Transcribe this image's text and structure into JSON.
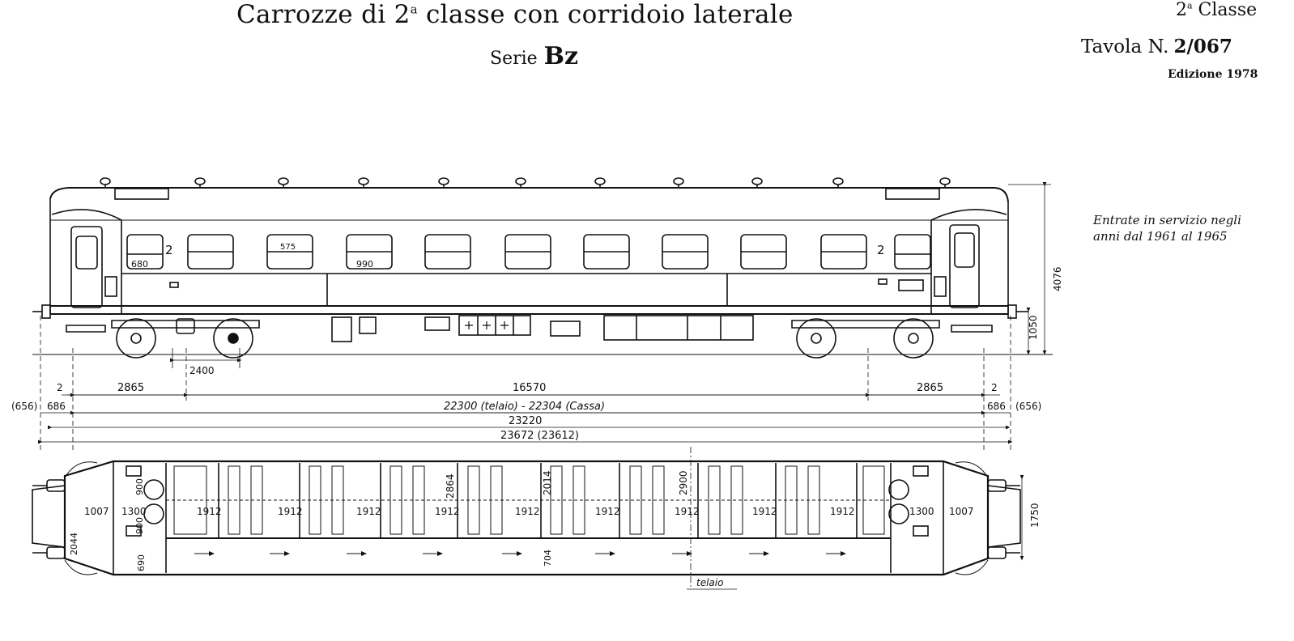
{
  "header": {
    "title_pre": "Carrozze di 2",
    "title_sup": "a",
    "title_post": " classe con corridoio laterale",
    "serie_label": "Serie",
    "serie_code": "Bz",
    "classe_num": "2",
    "classe_sup": "a",
    "classe_label": " Classe",
    "tavola_label": "Tavola N.",
    "tavola_code": "2/067",
    "edizione": "Edizione 1978",
    "note_line1": "Entrate in servizio negli",
    "note_line2": "anni dal 1961 al 1965"
  },
  "side_view": {
    "class_mark": "2",
    "window_labels": [
      "680",
      "575",
      "990"
    ],
    "dim_height": "4076",
    "dim_floor": "1050",
    "dim_bogie": "2400"
  },
  "dimensions": {
    "end_gap": "2",
    "bogie_offset": "2865",
    "pivot_distance": "16570",
    "buffer_left": "(656)",
    "buffer_mid": "686",
    "buffer_right_mid": "686",
    "buffer_right": "(656)",
    "frame_body": "22300 (telaio) - 22304 (Cassa)",
    "body_length": "23220",
    "over_buffers": "23672 (23612)"
  },
  "plan_view": {
    "vestibule": "1007",
    "entrance": "1300",
    "compartment": "1912",
    "door_width": "900",
    "corridor_width": "2864",
    "compartment_depth": "2014",
    "body_width": "2900",
    "corridor": "704",
    "end_side": "2044",
    "end_small": "690",
    "bogie_gauge": "1750",
    "frame_label": "telaio"
  }
}
